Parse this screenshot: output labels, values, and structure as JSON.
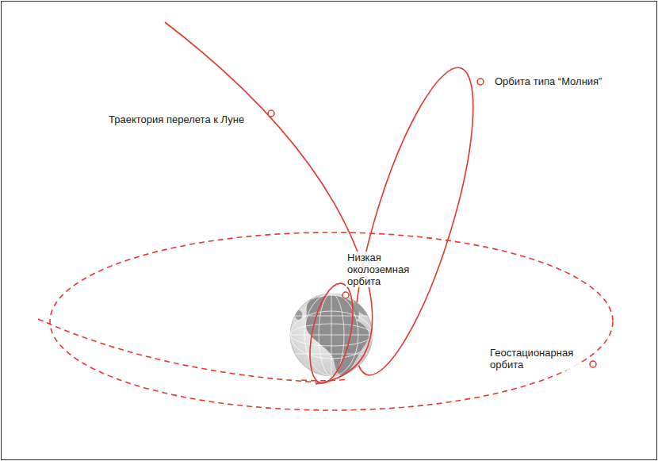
{
  "diagram": {
    "labels": [
      "Траектория перелета к Луне",
      "Орбита типа “Молния”",
      "Низкая околоземная орбита",
      "Геостационарная орбита"
    ]
  }
}
